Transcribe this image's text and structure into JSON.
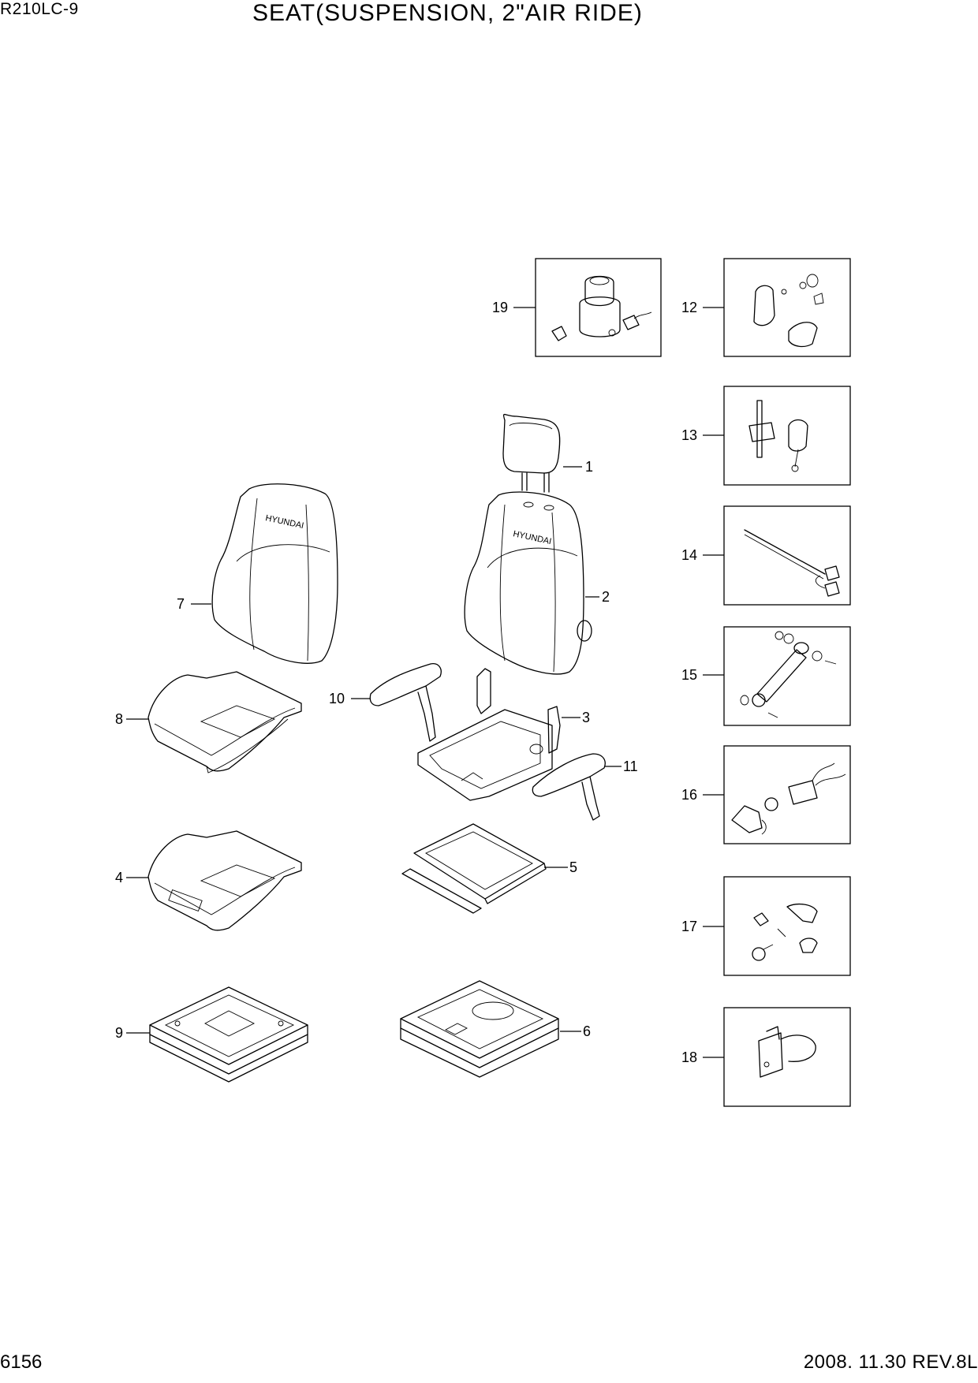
{
  "header": {
    "model": "R210LC-9",
    "title": "SEAT(SUSPENSION, 2\"AIR RIDE)"
  },
  "footer": {
    "page_number": "6156",
    "date_rev": "2008. 11.30  REV.8L"
  },
  "diagram": {
    "brand_print": "HYUNDAI",
    "callouts": {
      "p1": "1",
      "p2": "2",
      "p3": "3",
      "p4": "4",
      "p5": "5",
      "p6": "6",
      "p7": "7",
      "p8": "8",
      "p9": "9",
      "p10": "10",
      "p11": "11",
      "p12": "12",
      "p13": "13",
      "p14": "14",
      "p15": "15",
      "p16": "16",
      "p17": "17",
      "p18": "18",
      "p19": "19"
    }
  }
}
